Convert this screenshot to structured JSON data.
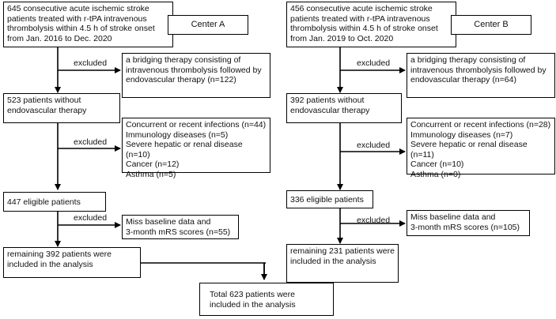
{
  "center_a": {
    "title": "Center A",
    "start": "645 consecutive acute ischemic stroke patients treated with r-tPA intravenous thrombolysis within 4.5 h of stroke onset from Jan. 2016 to Dec. 2020",
    "excl1_label": "excluded",
    "excl1": "a bridging therapy consisting of intravenous thrombolysis followed by endovascular therapy (n=122)",
    "step2": "523 patients without endovascular therapy",
    "excl2_label": "excluded",
    "excl2": "Concurrent or recent infections (n=44)\nImmunology diseases (n=5)\nSevere hepatic or renal disease (n=10)\nCancer (n=12)\nAsthma (n=5)",
    "step3": "447 eligible patients",
    "excl3_label": "excluded",
    "excl3": "Miss baseline data and\n3-month mRS scores (n=55)",
    "step4": "remaining 392 patients were included in the analysis"
  },
  "center_b": {
    "title": "Center B",
    "start": "456 consecutive acute ischemic stroke patients treated with r-tPA intravenous thrombolysis within 4.5 h of stroke onset from Jan. 2019 to Oct. 2020",
    "excl1_label": "excluded",
    "excl1": "a bridging therapy consisting of intravenous thrombolysis followed by endovascular therapy (n=64)",
    "step2": "392 patients without endovascular therapy",
    "excl2_label": "excluded",
    "excl2": "Concurrent or recent infections (n=28)\nImmunology diseases (n=7)\nSevere hepatic or renal disease (n=11)\nCancer (n=10)\nAsthma (n=0)",
    "step3": "336 eligible patients",
    "excl3_label": "excluded",
    "excl3": "Miss baseline data and\n3-month mRS scores (n=105)",
    "step4": "remaining 231 patients were included in the analysis"
  },
  "total": "Total 623 patients were included in the analysis"
}
